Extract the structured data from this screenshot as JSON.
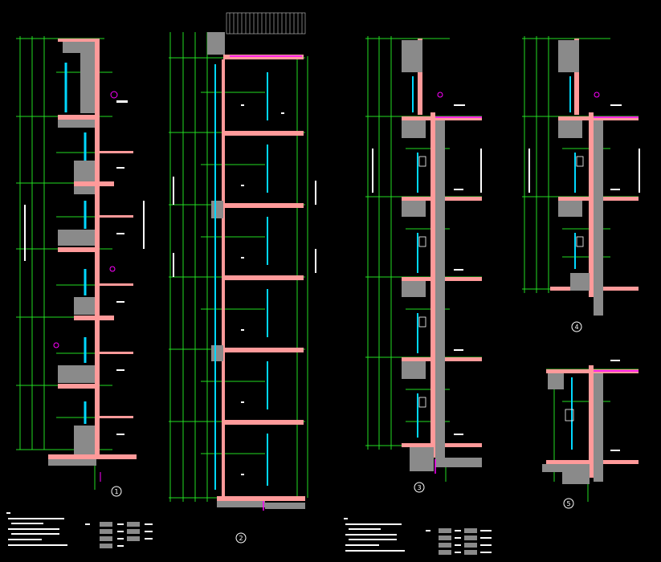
{
  "colors": {
    "background": "#000000",
    "dimension": "#22dd22",
    "concrete": "#ff9a9a",
    "hatch": "#c8c8c8",
    "glass": "#00d8ff",
    "annotation": "#ffffff",
    "accent": "#ff00ff",
    "grid": "#00ff00"
  },
  "sections": {
    "s1": {
      "number": "1"
    },
    "s2": {
      "number": "2"
    },
    "s3": {
      "number": "3"
    },
    "s4": {
      "number": "4"
    },
    "s5": {
      "number": "5"
    }
  }
}
